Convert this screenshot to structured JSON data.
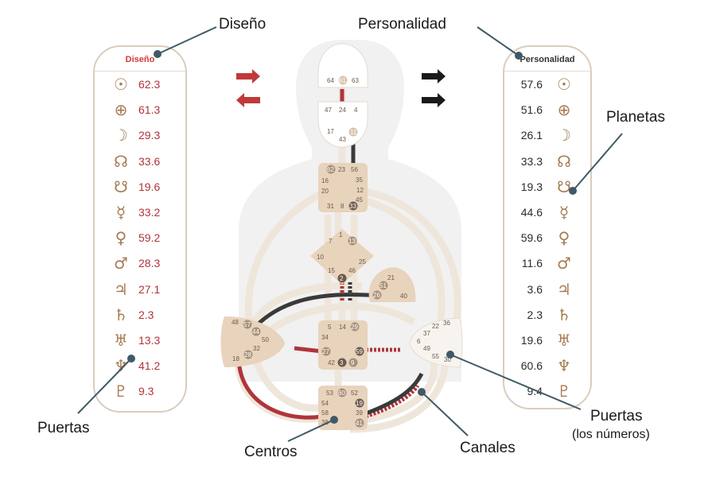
{
  "callouts": {
    "design": "Diseño",
    "personality": "Personalidad",
    "planets": "Planetas",
    "gates_left": "Puertas",
    "gates_right": "Puertas",
    "gates_right_sub": "(los números)",
    "centers": "Centros",
    "channels": "Canales"
  },
  "design_panel": {
    "header": "Diseño",
    "header_color": "#d23a3a",
    "value_color": "#b0343a",
    "rows": [
      {
        "icon": "sun-icon",
        "glyph": "☉",
        "value": "62.3"
      },
      {
        "icon": "earth-icon",
        "glyph": "⊕",
        "value": "61.3"
      },
      {
        "icon": "moon-icon",
        "glyph": "☽",
        "value": "29.3"
      },
      {
        "icon": "north-node-icon",
        "glyph": "☊",
        "value": "33.6"
      },
      {
        "icon": "south-node-icon",
        "glyph": "☋",
        "value": "19.6"
      },
      {
        "icon": "mercury-icon",
        "glyph": "☿",
        "value": "33.2"
      },
      {
        "icon": "venus-icon",
        "glyph": "♀",
        "value": "59.2"
      },
      {
        "icon": "mars-icon",
        "glyph": "♂",
        "value": "28.3"
      },
      {
        "icon": "jupiter-icon",
        "glyph": "♃",
        "value": "27.1"
      },
      {
        "icon": "saturn-icon",
        "glyph": "♄",
        "value": "2.3"
      },
      {
        "icon": "uranus-icon",
        "glyph": "♅",
        "value": "13.3"
      },
      {
        "icon": "neptune-icon",
        "glyph": "♆",
        "value": "41.2"
      },
      {
        "icon": "pluto-icon",
        "glyph": "♇",
        "value": "9.3"
      }
    ]
  },
  "personality_panel": {
    "header": "Personalidad",
    "header_color": "#333333",
    "rows": [
      {
        "icon": "sun-icon",
        "glyph": "☉",
        "value": "57.6"
      },
      {
        "icon": "earth-icon",
        "glyph": "⊕",
        "value": "51.6"
      },
      {
        "icon": "moon-icon",
        "glyph": "☽",
        "value": "26.1"
      },
      {
        "icon": "north-node-icon",
        "glyph": "☊",
        "value": "33.3"
      },
      {
        "icon": "south-node-icon",
        "glyph": "☋",
        "value": "19.3"
      },
      {
        "icon": "mercury-icon",
        "glyph": "☿",
        "value": "44.6"
      },
      {
        "icon": "venus-icon",
        "glyph": "♀",
        "value": "59.6"
      },
      {
        "icon": "mars-icon",
        "glyph": "♂",
        "value": "11.6"
      },
      {
        "icon": "jupiter-icon",
        "glyph": "♃",
        "value": "3.6"
      },
      {
        "icon": "saturn-icon",
        "glyph": "♄",
        "value": "2.3"
      },
      {
        "icon": "uranus-icon",
        "glyph": "♅",
        "value": "19.6"
      },
      {
        "icon": "neptune-icon",
        "glyph": "♆",
        "value": "60.6"
      },
      {
        "icon": "pluto-icon",
        "glyph": "♇",
        "value": "9.4"
      }
    ]
  },
  "colors": {
    "center_fill": "#e8d3bd",
    "channel_fill": "#f3ece3",
    "design_red": "#b0343a",
    "personality_black": "#3a3a3a",
    "silhouette": "#f0f0f0"
  },
  "centers": {
    "head": {
      "gates": [
        "64",
        "61",
        "63"
      ]
    },
    "ajna": {
      "gates": [
        "47",
        "24",
        "4",
        "17",
        "11",
        "43"
      ]
    },
    "throat": {
      "gates": [
        "62",
        "23",
        "56",
        "16",
        "35",
        "20",
        "12",
        "45",
        "31",
        "8",
        "33"
      ]
    },
    "g": {
      "gates": [
        "1",
        "7",
        "13",
        "10",
        "25",
        "15",
        "46",
        "2"
      ]
    },
    "heart": {
      "gates": [
        "21",
        "51",
        "26",
        "40"
      ]
    },
    "spleen": {
      "gates": [
        "48",
        "57",
        "44",
        "50",
        "32",
        "28",
        "18"
      ]
    },
    "sacral": {
      "gates": [
        "5",
        "14",
        "29",
        "34",
        "27",
        "59",
        "42",
        "3",
        "9"
      ]
    },
    "solar_plexus": {
      "gates": [
        "36",
        "22",
        "37",
        "6",
        "49",
        "55",
        "30"
      ]
    },
    "root": {
      "gates": [
        "53",
        "60",
        "52",
        "54",
        "19",
        "58",
        "39",
        "38",
        "41"
      ]
    }
  }
}
